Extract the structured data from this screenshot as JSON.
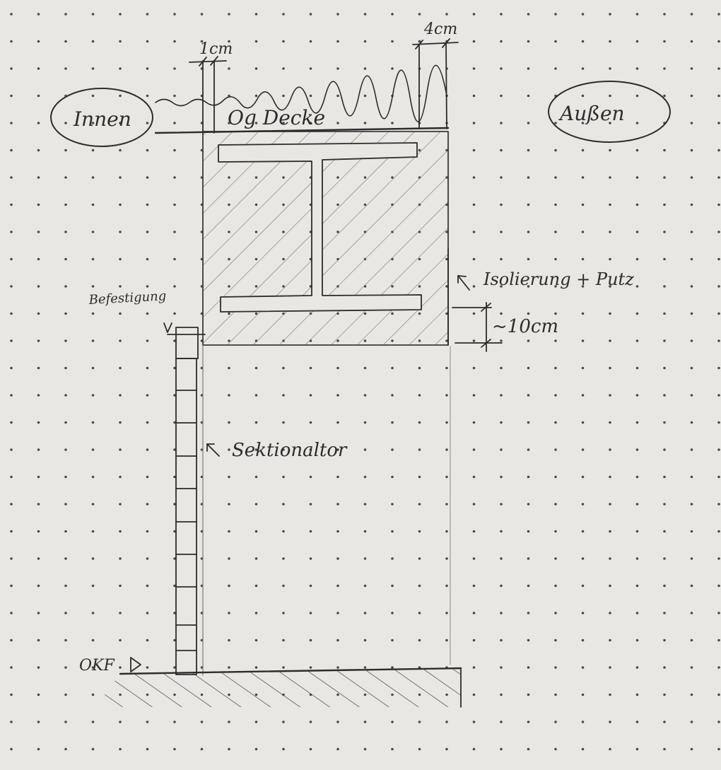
{
  "labels": {
    "inside": "Innen",
    "outside": "Außen",
    "ceiling": "Og Decke",
    "dim_1cm": "1cm",
    "dim_4cm": "4cm",
    "insulation": "Isolierung + Putz",
    "dim_10cm": "~10cm",
    "fastening": "Befestigung",
    "door": "Sektionaltor",
    "floor_level": "OKF"
  },
  "colors": {
    "paper": "#e9e7e3",
    "pencil": "#2c2c2c",
    "dot": "#4a4a4a"
  }
}
